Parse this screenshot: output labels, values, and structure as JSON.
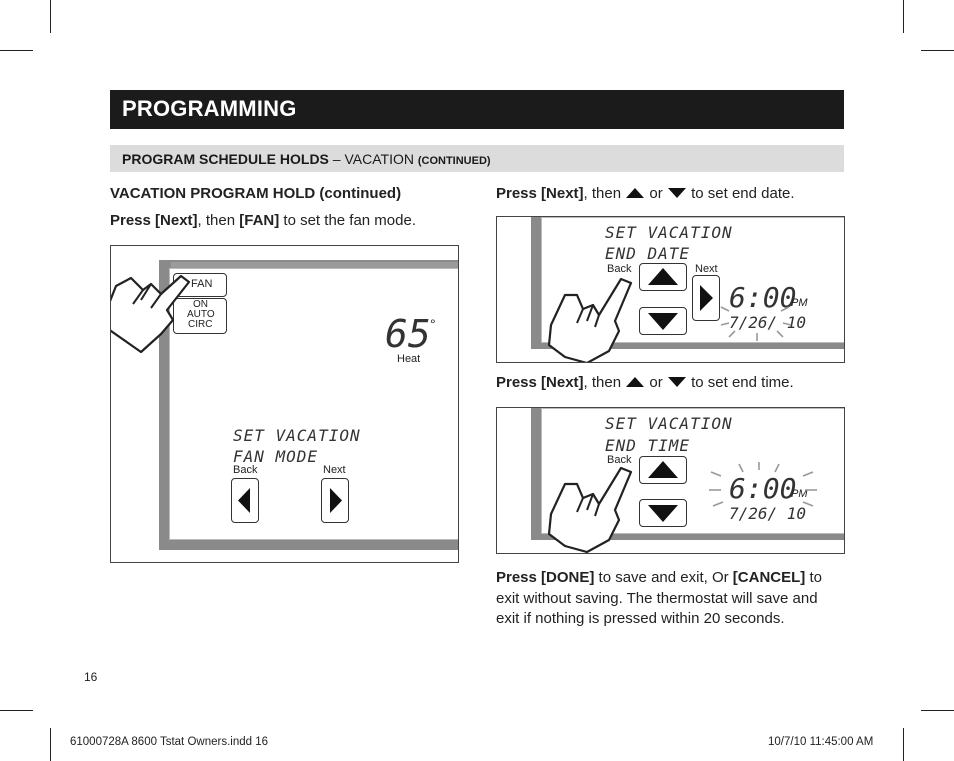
{
  "header": {
    "title": "PROGRAMMING"
  },
  "subheader": {
    "bold": "PROGRAM SCHEDULE HOLDS",
    "dash": " – VACATION ",
    "small": "(CONTINUED)"
  },
  "left": {
    "heading": "VACATION PROGRAM HOLD (continued)",
    "instr_press": "Press [Next]",
    "instr_mid": ", then ",
    "instr_key": "[FAN]",
    "instr_end": " to set the fan mode.",
    "screen": {
      "fan_label": "FAN",
      "fan_on": "ON",
      "fan_auto": "AUTO",
      "fan_circ": "CIRC",
      "temp": "65",
      "degree": "°",
      "mode": "Heat",
      "lcd_line1": "SET VACATION",
      "lcd_line2": "FAN MODE",
      "back": "Back",
      "next": "Next"
    }
  },
  "right": {
    "step1": {
      "press": "Press [Next]",
      "mid": ", then ",
      "or": " or ",
      "end": " to set end date."
    },
    "screen1": {
      "lcd_line1": "SET VACATION",
      "lcd_line2": "END DATE",
      "back": "Back",
      "next": "Next",
      "time": "6:00",
      "ampm": "PM",
      "date": "7/26/ 10"
    },
    "step2": {
      "press": "Press [Next]",
      "mid": ", then ",
      "or": " or ",
      "end": " to set end time."
    },
    "screen2": {
      "lcd_line1": "SET VACATION",
      "lcd_line2": "END TIME",
      "back": "Back",
      "time": "6:00",
      "ampm": "PM",
      "date": "7/26/ 10"
    },
    "final": {
      "done": "Press [DONE]",
      "t1": " to save and exit, Or ",
      "cancel": "[CANCEL]",
      "t2": " to exit without saving. The thermostat will save and exit if nothing is pressed within 20 seconds."
    }
  },
  "page_number": "16",
  "footer": {
    "left": "61000728A 8600 Tstat Owners.indd   16",
    "right": "10/7/10   11:45:00 AM"
  }
}
